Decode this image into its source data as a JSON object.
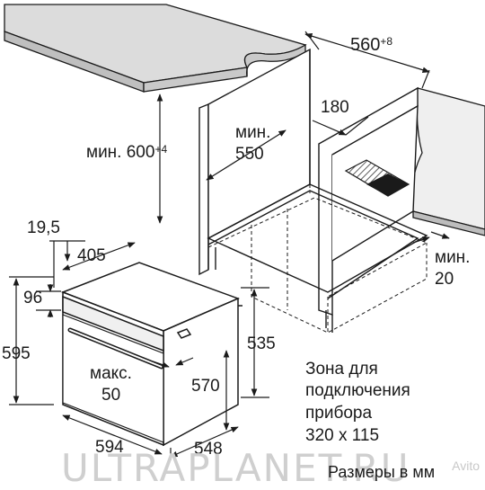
{
  "labels": {
    "width_560": "560",
    "width_560_tol": "+8",
    "depth_180": "180",
    "min_550_a": "мин.",
    "min_550_b": "550",
    "min_600_a": "мин. 600",
    "min_600_tol": "+4",
    "dim_19_5": "19,5",
    "dim_405": "405",
    "dim_96": "96",
    "dim_595": "595",
    "dim_535": "535",
    "dim_570": "570",
    "max_a": "макс.",
    "max_b": "50",
    "dim_594": "594",
    "dim_548": "548",
    "min_20_a": "мин.",
    "min_20_b": "20"
  },
  "zone_text": [
    "Зона для",
    "подключения",
    "прибора",
    "320 x 115"
  ],
  "units_text": "Размеры в мм",
  "watermark": "ULTRAPLANET.RU",
  "avito": "Avito",
  "colors": {
    "line": "#1a1a1a",
    "counter": "#d9d9d9",
    "wall": "#f2f2f2"
  }
}
